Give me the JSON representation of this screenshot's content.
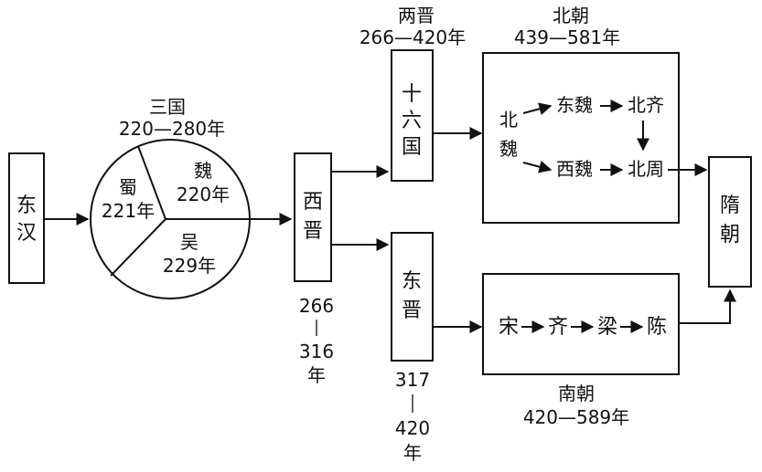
{
  "dynasties": {
    "donghan": "东汉",
    "sanguo": {
      "title": "三国",
      "years": "220—280年",
      "wei": {
        "name": "魏",
        "year": "220年"
      },
      "shu": {
        "name": "蜀",
        "year": "221年"
      },
      "wu": {
        "name": "吴",
        "year": "229年"
      }
    },
    "xijin": {
      "name": "西晋",
      "start": "266",
      "dash": "—",
      "end": "316",
      "unit": "年"
    },
    "liangjin": {
      "title": "两晋",
      "years": "266—420年"
    },
    "shiliuguo": "十六国",
    "dongjin": {
      "name": "东晋",
      "start": "317",
      "dash": "—",
      "end": "420",
      "unit": "年"
    },
    "beichao": {
      "title": "北朝",
      "years": "439—581年",
      "beiwei": "北魏",
      "dongwei": "东魏",
      "xiwei": "西魏",
      "beiqi": "北齐",
      "beizhou": "北周"
    },
    "nanchao": {
      "title": "南朝",
      "years": "420—589年",
      "song": "宋",
      "qi": "齐",
      "liang": "梁",
      "chen": "陈"
    },
    "suichao": "隋朝"
  }
}
